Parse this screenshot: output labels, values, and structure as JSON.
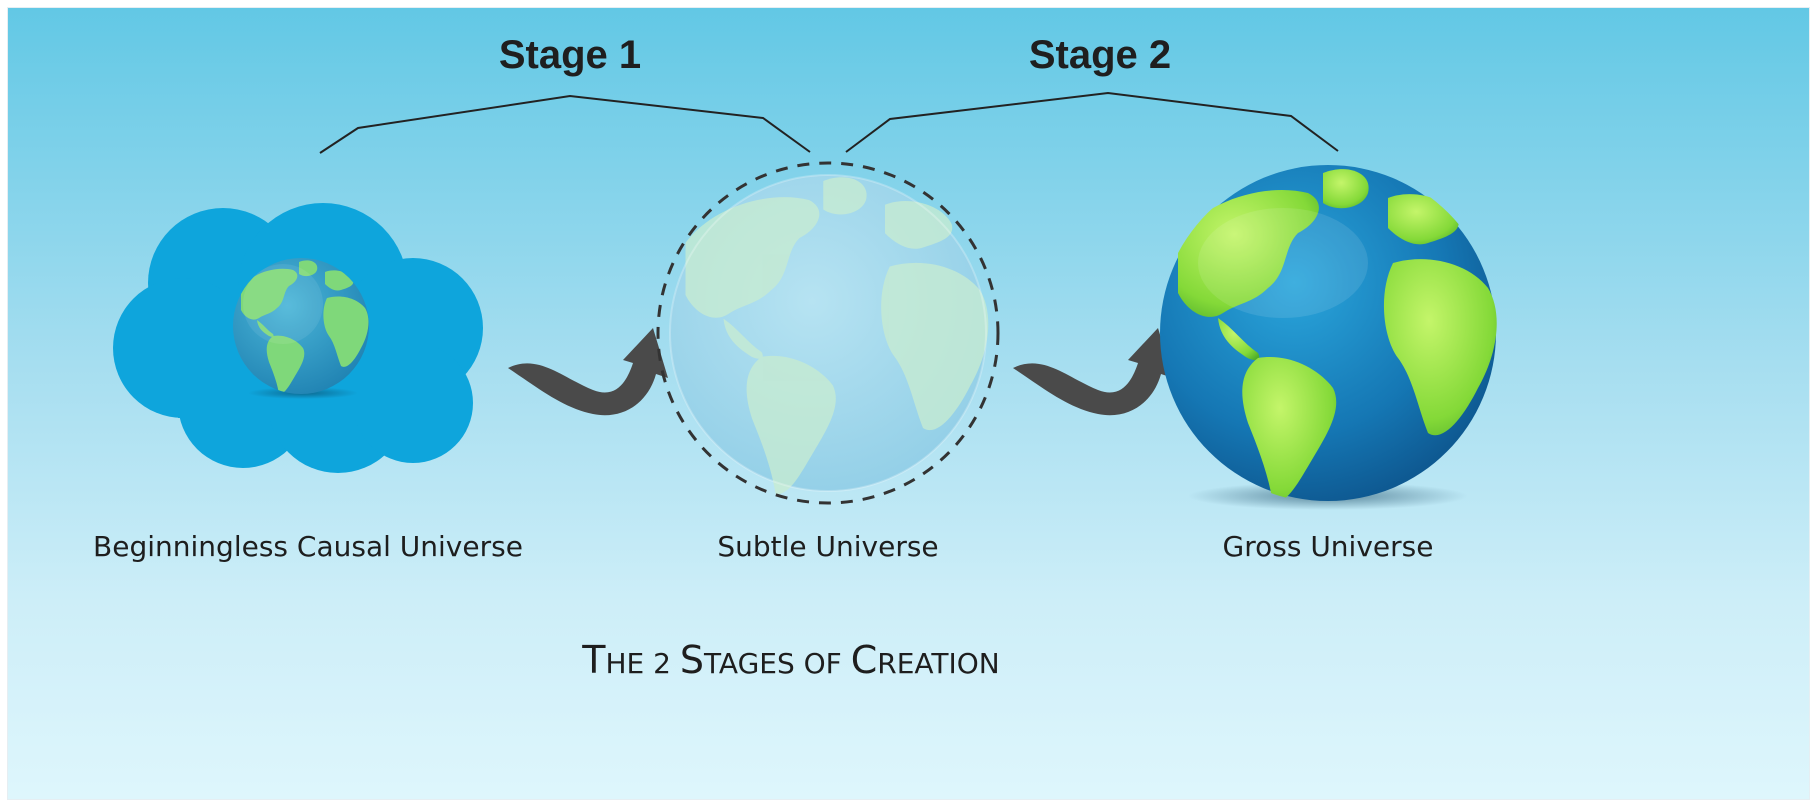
{
  "stages": [
    {
      "label": "Stage 1"
    },
    {
      "label": "Stage 2"
    }
  ],
  "nodes": [
    {
      "caption": "Beginningless Causal Universe",
      "icon": "cloud-globe-icon"
    },
    {
      "caption": "Subtle Universe",
      "icon": "faded-globe-icon"
    },
    {
      "caption": "Gross Universe",
      "icon": "globe-icon"
    }
  ],
  "arrows": [
    {
      "icon": "curved-arrow-icon"
    },
    {
      "icon": "curved-arrow-icon"
    }
  ],
  "title": {
    "first_big": "T",
    "first_rest": "HE 2 ",
    "second_big": "S",
    "second_rest": "TAGES OF ",
    "third_big": "C",
    "third_rest": "REATION"
  },
  "colors": {
    "background_top": "#62c8e5",
    "background_bottom": "#def6fc",
    "cloud": "#0ea5dc",
    "ocean": "#1a84c0",
    "land": "#9be84b",
    "arrow": "#4a4a4a"
  }
}
